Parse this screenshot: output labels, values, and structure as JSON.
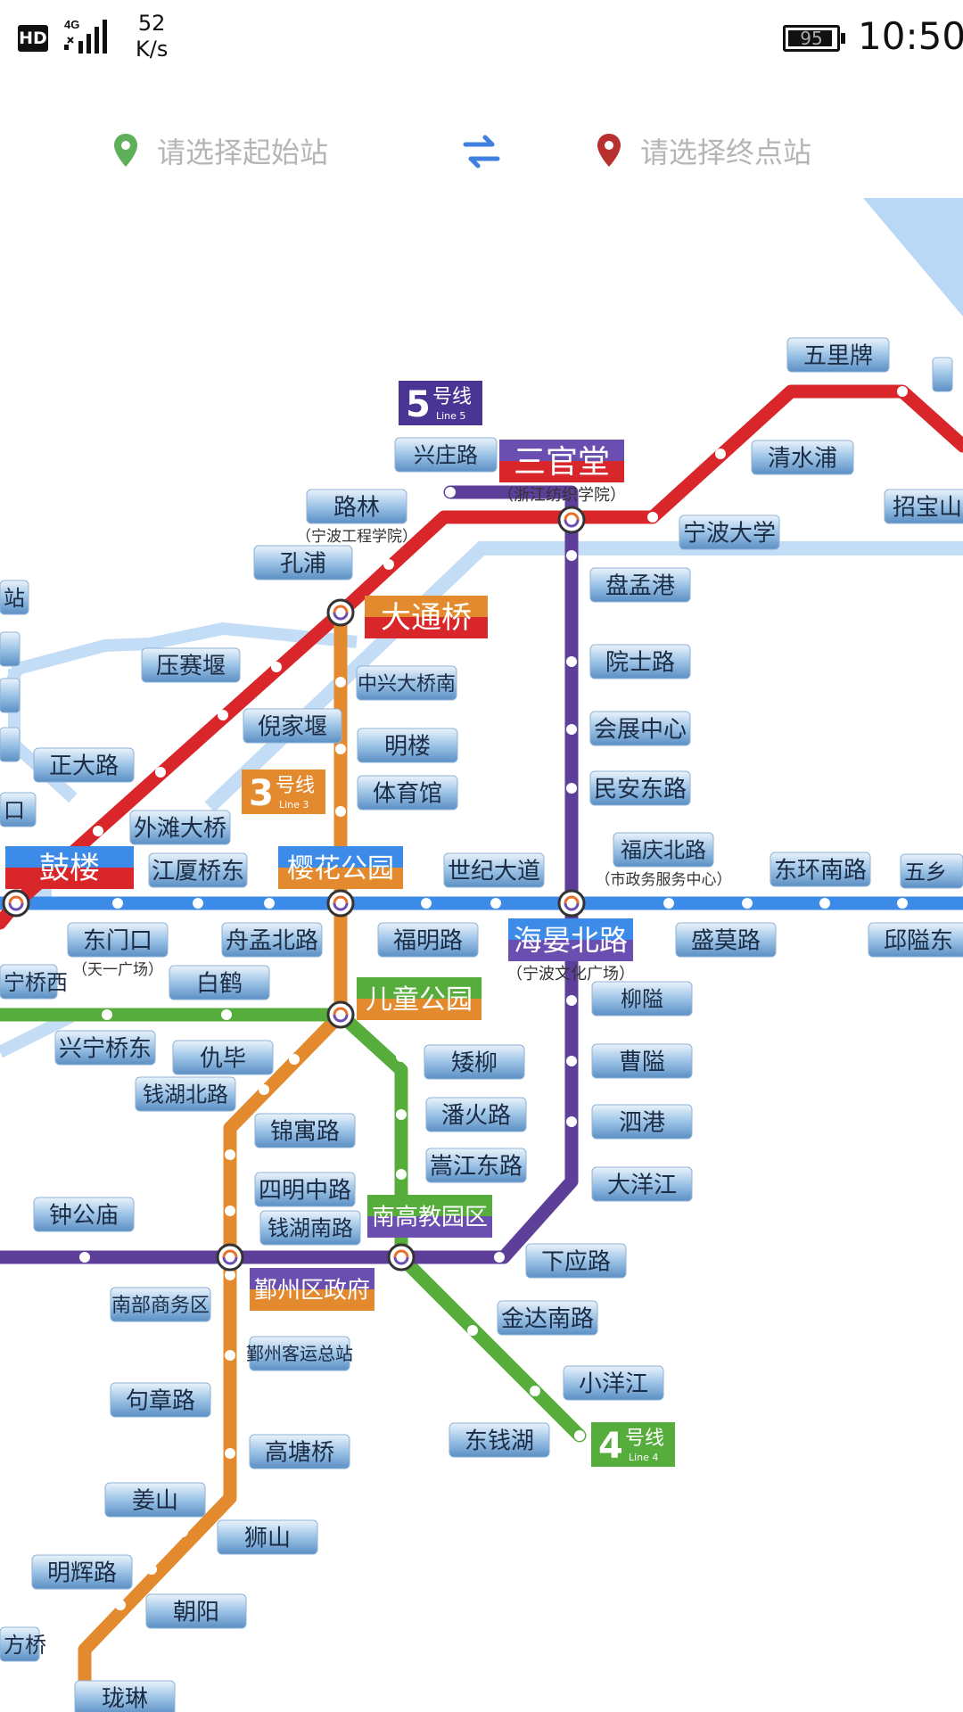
{
  "status_bar": {
    "hd": "HD",
    "network": "4G",
    "speed_value": "52",
    "speed_unit": "K/s",
    "battery": "95",
    "battery_level": 0.95,
    "time": "10:50"
  },
  "search": {
    "start_placeholder": "请选择起始站",
    "end_placeholder": "请选择终点站",
    "start_icon": "location-pin-icon",
    "swap_icon": "swap-arrows-icon",
    "end_icon": "location-pin-icon"
  },
  "colors": {
    "start_pin": "#5fae5a",
    "end_pin": "#b8312f",
    "swap": "#3f7fe0",
    "placeholder": "#b5b5b5",
    "line1": "#3d8be8",
    "line2": "#d9262a",
    "line3": "#e48a2e",
    "line4": "#56ad3c",
    "line5": "#5d3f99"
  },
  "map": {
    "line_badges": [
      {
        "id": "line5",
        "num": "5",
        "cn": "号线",
        "en": "Line 5"
      },
      {
        "id": "line3",
        "num": "3",
        "cn": "号线",
        "en": "Line 3"
      },
      {
        "id": "line4",
        "num": "4",
        "cn": "号线",
        "en": "Line 4"
      }
    ],
    "transfer_stations": [
      {
        "id": "sanguantang",
        "name": "三官堂",
        "sub": "（浙江纺织学院）"
      },
      {
        "id": "datongqiao",
        "name": "大通桥",
        "sub": ""
      },
      {
        "id": "gulou",
        "name": "鼓楼",
        "sub": ""
      },
      {
        "id": "yinghuagongyuan",
        "name": "樱花公园",
        "sub": ""
      },
      {
        "id": "haiyanbeilu",
        "name": "海晏北路",
        "sub": "（宁波文化广场）"
      },
      {
        "id": "ertonggongyuan",
        "name": "儿童公园",
        "sub": ""
      },
      {
        "id": "nangaojiaoyuanqu",
        "name": "南高教园区",
        "sub": ""
      },
      {
        "id": "yinzhouquzhengfu",
        "name": "鄞州区政府",
        "sub": ""
      }
    ],
    "stations": [
      {
        "name": "五里牌",
        "sub": ""
      },
      {
        "name": "清水浦",
        "sub": ""
      },
      {
        "name": "招宝山",
        "sub": ""
      },
      {
        "name": "兴庄路",
        "sub": ""
      },
      {
        "name": "路林",
        "sub": "（宁波工程学院）"
      },
      {
        "name": "宁波大学",
        "sub": ""
      },
      {
        "name": "孔浦",
        "sub": ""
      },
      {
        "name": "盘孟港",
        "sub": ""
      },
      {
        "name": "压赛堰",
        "sub": ""
      },
      {
        "name": "中兴大桥南",
        "sub": ""
      },
      {
        "name": "院士路",
        "sub": ""
      },
      {
        "name": "倪家堰",
        "sub": ""
      },
      {
        "name": "会展中心",
        "sub": ""
      },
      {
        "name": "正大路",
        "sub": ""
      },
      {
        "name": "明楼",
        "sub": ""
      },
      {
        "name": "民安东路",
        "sub": ""
      },
      {
        "name": "体育馆",
        "sub": ""
      },
      {
        "name": "外滩大桥",
        "sub": ""
      },
      {
        "name": "福庆北路",
        "sub": "（市政务服务中心）"
      },
      {
        "name": "江厦桥东",
        "sub": ""
      },
      {
        "name": "世纪大道",
        "sub": ""
      },
      {
        "name": "东环南路",
        "sub": ""
      },
      {
        "name": "东门口",
        "sub": "（天一广场）"
      },
      {
        "name": "舟孟北路",
        "sub": ""
      },
      {
        "name": "福明路",
        "sub": ""
      },
      {
        "name": "盛莫路",
        "sub": ""
      },
      {
        "name": "邱隘东",
        "sub": ""
      },
      {
        "name": "白鹤",
        "sub": ""
      },
      {
        "name": "柳隘",
        "sub": ""
      },
      {
        "name": "兴宁桥东",
        "sub": ""
      },
      {
        "name": "仇毕",
        "sub": ""
      },
      {
        "name": "矮柳",
        "sub": ""
      },
      {
        "name": "曹隘",
        "sub": ""
      },
      {
        "name": "钱湖北路",
        "sub": ""
      },
      {
        "name": "潘火路",
        "sub": ""
      },
      {
        "name": "锦寓路",
        "sub": ""
      },
      {
        "name": "泗港",
        "sub": ""
      },
      {
        "name": "嵩江东路",
        "sub": ""
      },
      {
        "name": "四明中路",
        "sub": ""
      },
      {
        "name": "大洋江",
        "sub": ""
      },
      {
        "name": "钟公庙",
        "sub": ""
      },
      {
        "name": "钱湖南路",
        "sub": ""
      },
      {
        "name": "下应路",
        "sub": ""
      },
      {
        "name": "南部商务区",
        "sub": ""
      },
      {
        "name": "金达南路",
        "sub": ""
      },
      {
        "name": "鄞州客运总站",
        "sub": ""
      },
      {
        "name": "句章路",
        "sub": ""
      },
      {
        "name": "小洋江",
        "sub": ""
      },
      {
        "name": "东钱湖",
        "sub": ""
      },
      {
        "name": "高塘桥",
        "sub": ""
      },
      {
        "name": "姜山",
        "sub": ""
      },
      {
        "name": "狮山",
        "sub": ""
      },
      {
        "name": "明辉路",
        "sub": ""
      },
      {
        "name": "朝阳",
        "sub": ""
      },
      {
        "name": "珑琳",
        "sub": ""
      }
    ],
    "edge_fragments": [
      "站",
      "口",
      "宁桥西",
      "方桥",
      "五乡"
    ]
  }
}
